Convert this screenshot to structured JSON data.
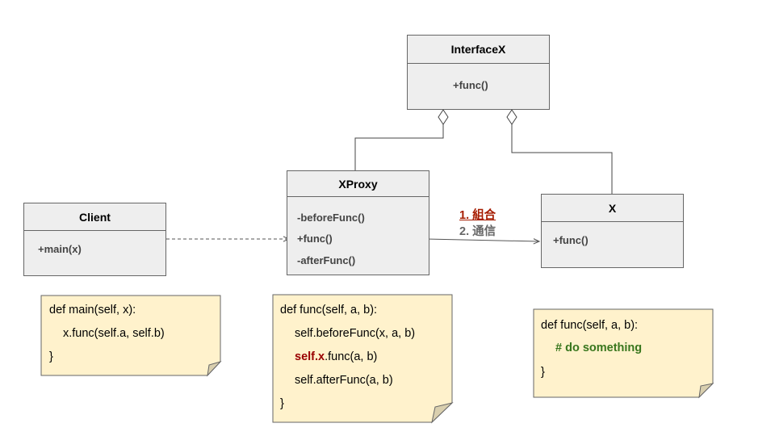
{
  "colors": {
    "class_fill": "#eeeeee",
    "class_border": "#666666",
    "member_text": "#444444",
    "note_fill": "#fff2cc",
    "note_border": "#666666",
    "highlight_red": "#990000",
    "comment_green": "#38761d",
    "label_red": "#a61c00"
  },
  "classes": {
    "interfacex": {
      "name": "InterfaceX",
      "members": [
        "+func()"
      ]
    },
    "xproxy": {
      "name": "XProxy",
      "members": [
        "-beforeFunc()",
        "+func()",
        "-afterFunc()"
      ]
    },
    "client": {
      "name": "Client",
      "members": [
        "+main(x)"
      ]
    },
    "x": {
      "name": "X",
      "members": [
        "+func()"
      ]
    }
  },
  "edge_labels": {
    "compose": "1. 組合",
    "delegate": "2. 通信"
  },
  "notes": {
    "client": {
      "line1": "def main(self, x):",
      "line2": "x.func(self.a, self.b)",
      "line3": "}"
    },
    "xproxy": {
      "line1": "def func(self, a, b):",
      "line2": "self.beforeFunc(x, a, b)",
      "line3_highlight": "self.x",
      "line3_rest": ".func(a, b)",
      "line4": "self.afterFunc(a, b)",
      "line5": "}"
    },
    "x": {
      "line1": "def func(self, a, b):",
      "line2": "# do something",
      "line3": "}"
    }
  }
}
